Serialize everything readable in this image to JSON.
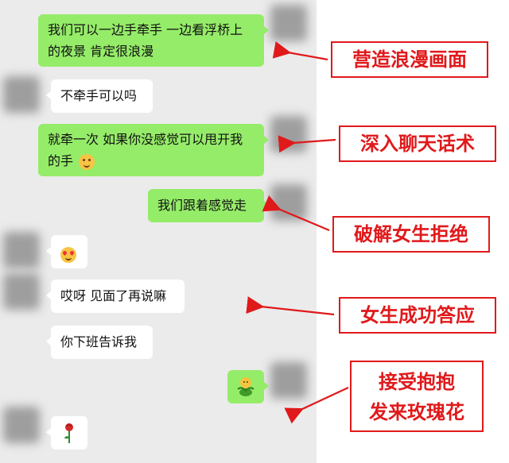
{
  "messages": {
    "m1": "我们可以一边手牵手 一边看浮桥上的夜景 肯定很浪漫",
    "m2": "不牵手可以吗",
    "m3": "就牵一次 如果你没感觉可以甩开我的手",
    "m4": "我们跟着感觉走",
    "m5_emoji": "heart-eyes-emoji",
    "m6": "哎呀 见面了再说嘛",
    "m7": "你下班告诉我",
    "m8_sticker": "hug-sticker",
    "m9_emoji": "rose-emoji"
  },
  "annotations": {
    "a1": "营造浪漫画面",
    "a2": "深入聊天话术",
    "a3": "破解女生拒绝",
    "a4": "女生成功答应",
    "a5_line1": "接受抱抱",
    "a5_line2": "发来玫瑰花"
  },
  "colors": {
    "green_bubble": "#95ec69",
    "white_bubble": "#ffffff",
    "chat_bg": "#ebebeb",
    "annotation_red": "#e0191b"
  }
}
